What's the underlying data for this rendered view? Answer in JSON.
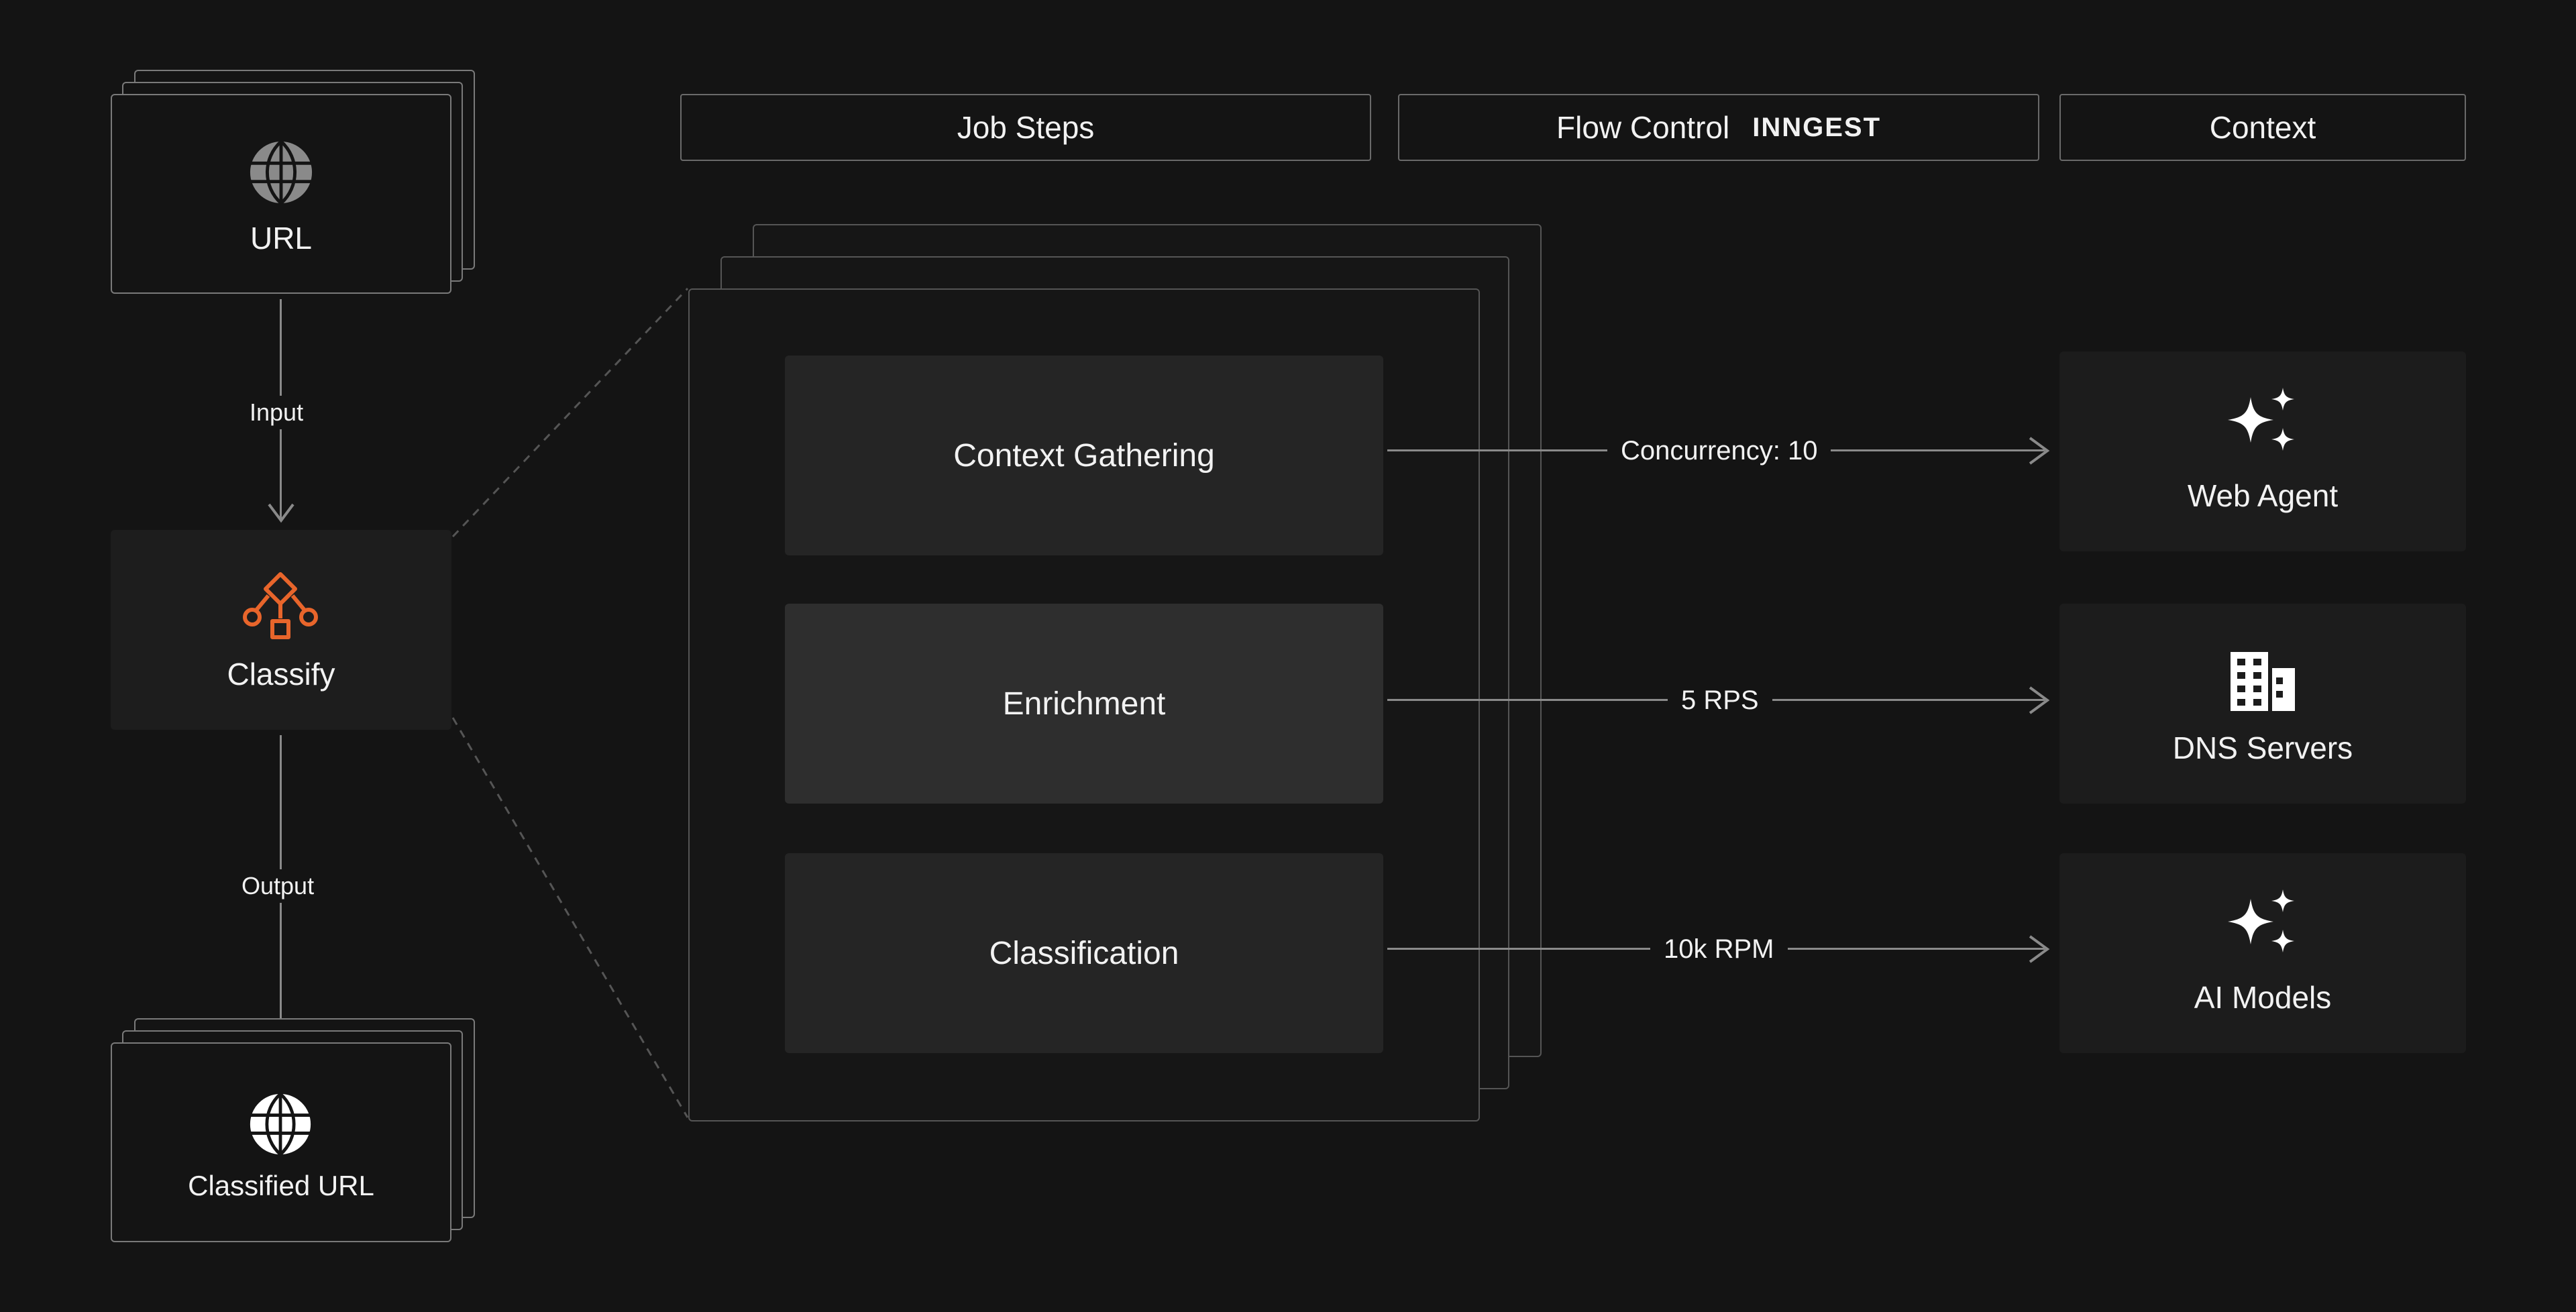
{
  "header": {
    "job_steps": "Job Steps",
    "flow_control": "Flow Control",
    "flow_control_brand": "INNGEST",
    "context": "Context"
  },
  "pipeline": {
    "input_node": "URL",
    "input_edge": "Input",
    "function_node": "Classify",
    "output_edge": "Output",
    "output_node": "Classified URL"
  },
  "steps": [
    {
      "label": "Context Gathering",
      "flow": "Concurrency: 10",
      "target": "Web Agent",
      "target_icon": "sparkles-icon"
    },
    {
      "label": "Enrichment",
      "flow": "5 RPS",
      "target": "DNS Servers",
      "target_icon": "building-icon"
    },
    {
      "label": "Classification",
      "flow": "10k RPM",
      "target": "AI Models",
      "target_icon": "sparkles-icon"
    }
  ],
  "colors": {
    "background": "#141414",
    "accent": "#E8652B",
    "text": "#f2f2f2",
    "line": "#8a8a8a"
  }
}
